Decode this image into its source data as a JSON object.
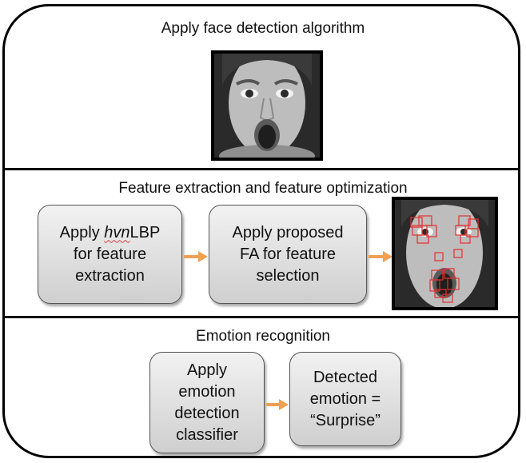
{
  "stage1": {
    "title": "Apply face detection algorithm"
  },
  "stage2": {
    "title": "Feature extraction and feature optimization",
    "box1": {
      "prefix": "Apply ",
      "emphasis": "hvn",
      "suffix": "LBP",
      "rest": "for feature\nextraction"
    },
    "box2": {
      "text": "Apply proposed\nFA for feature\nselection"
    }
  },
  "stage3": {
    "title": "Emotion recognition",
    "box1": {
      "text": "Apply\nemotion\ndetection\nclassifier"
    },
    "box2": {
      "text": "Detected\nemotion =\n“Surprise”"
    }
  },
  "colors": {
    "arrow": "#f0a050",
    "frame": "#000000",
    "box_border": "#555555",
    "feature_box": "#e23030"
  },
  "icons": {
    "face_image": "face-photo",
    "feature_image": "face-features-photo"
  }
}
